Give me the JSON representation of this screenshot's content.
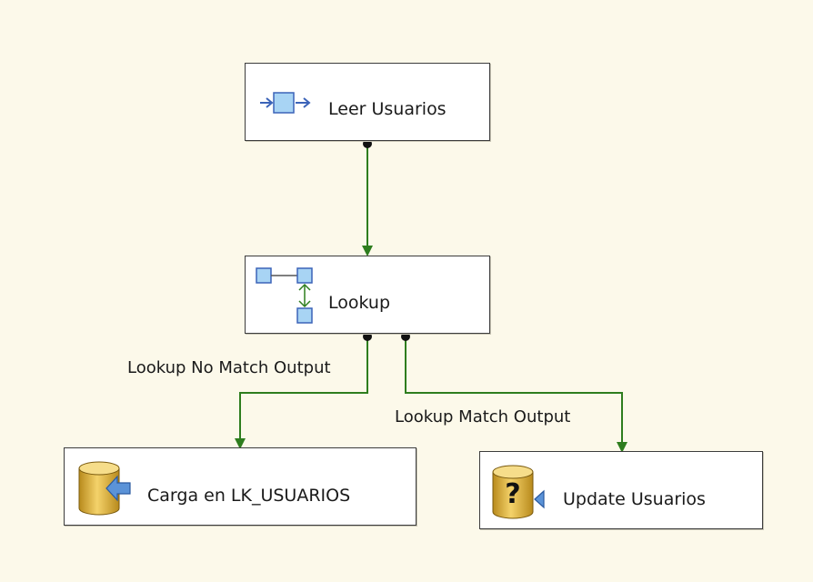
{
  "tasks": {
    "leer_usuarios": {
      "label": "Leer Usuarios",
      "icon": "source-arrow-icon"
    },
    "lookup": {
      "label": "Lookup",
      "icon": "lookup-icon"
    },
    "carga": {
      "label": "Carga en LK_USUARIOS",
      "icon": "database-destination-icon"
    },
    "update": {
      "label": "Update Usuarios",
      "icon": "database-command-icon"
    }
  },
  "paths": {
    "no_match": {
      "label": "Lookup No Match Output"
    },
    "match": {
      "label": "Lookup Match Output"
    }
  },
  "colors": {
    "background": "#fcf9ea",
    "connector": "#2e7d1e",
    "task_border": "#3c3c3c"
  }
}
